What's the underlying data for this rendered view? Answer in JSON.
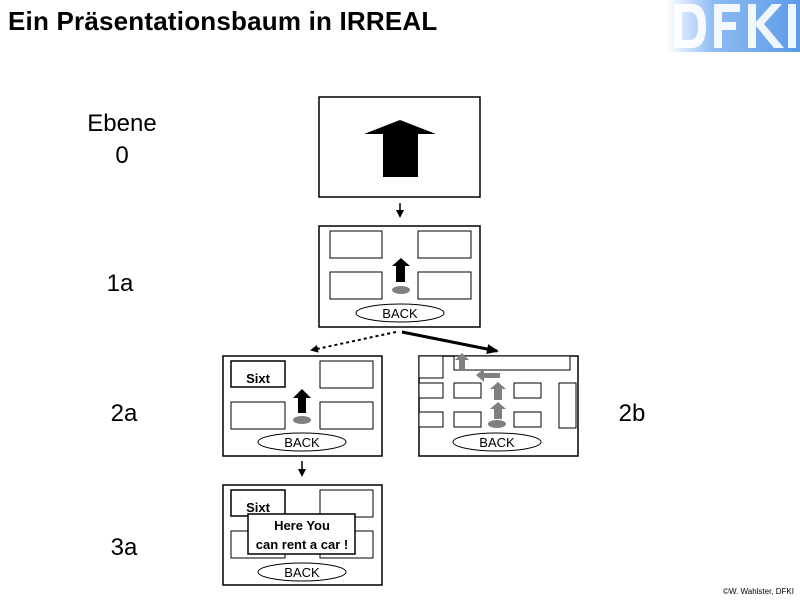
{
  "slide": {
    "title": "Ein Präsentationsbaum in IRREAL",
    "copyright": "©W. Wahlster, DFKI"
  },
  "logo": {
    "text": "DFKI",
    "color": "#6fa8ee"
  },
  "levels": {
    "level0_line1": "Ebene",
    "level0_line2": "0",
    "level1a": "1a",
    "level2a": "2a",
    "level2b": "2b",
    "level3a": "3a"
  },
  "nodes": {
    "n1a": {
      "back": "BACK"
    },
    "n2a": {
      "sign": "Sixt",
      "back": "BACK"
    },
    "n2b": {
      "back": "BACK"
    },
    "n3a": {
      "sign": "Sixt",
      "message_line1": "Here You",
      "message_line2": "can rent a car !",
      "back": "BACK"
    }
  },
  "colors": {
    "outline": "#000000",
    "shadow_arrow": "#808080",
    "marker": "#808080"
  }
}
